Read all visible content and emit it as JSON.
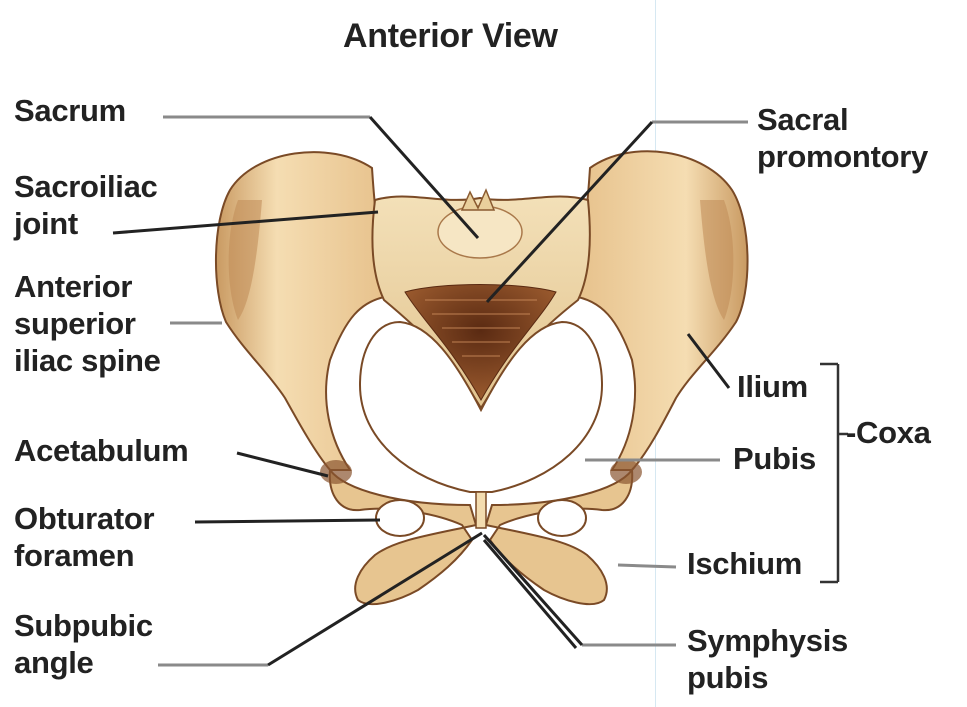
{
  "title": "Anterior View",
  "labels": {
    "sacrum": [
      "Sacrum"
    ],
    "sacroiliac_joint": [
      "Sacroiliac",
      "joint"
    ],
    "asis": [
      "Anterior",
      "superior",
      "iliac spine"
    ],
    "acetabulum": [
      "Acetabulum"
    ],
    "obturator_foramen": [
      "Obturator",
      "foramen"
    ],
    "subpubic_angle": [
      "Subpubic",
      "angle"
    ],
    "sacral_promontory": [
      "Sacral",
      "promontory"
    ],
    "ilium": [
      "Ilium"
    ],
    "pubis": [
      "Pubis"
    ],
    "ischium": [
      "Ischium"
    ],
    "coxa": [
      "-Coxa"
    ],
    "symphysis_pubis": [
      "Symphysis",
      "pubis"
    ]
  },
  "colors": {
    "bone_light": "#f3dcb0",
    "bone_mid": "#e0b880",
    "bone_dark": "#b98652",
    "bone_shadow": "#8a5530",
    "sacrum_inner": "#7a3e1e",
    "leader": "#222222",
    "leader_gray": "#8a8a8a"
  }
}
